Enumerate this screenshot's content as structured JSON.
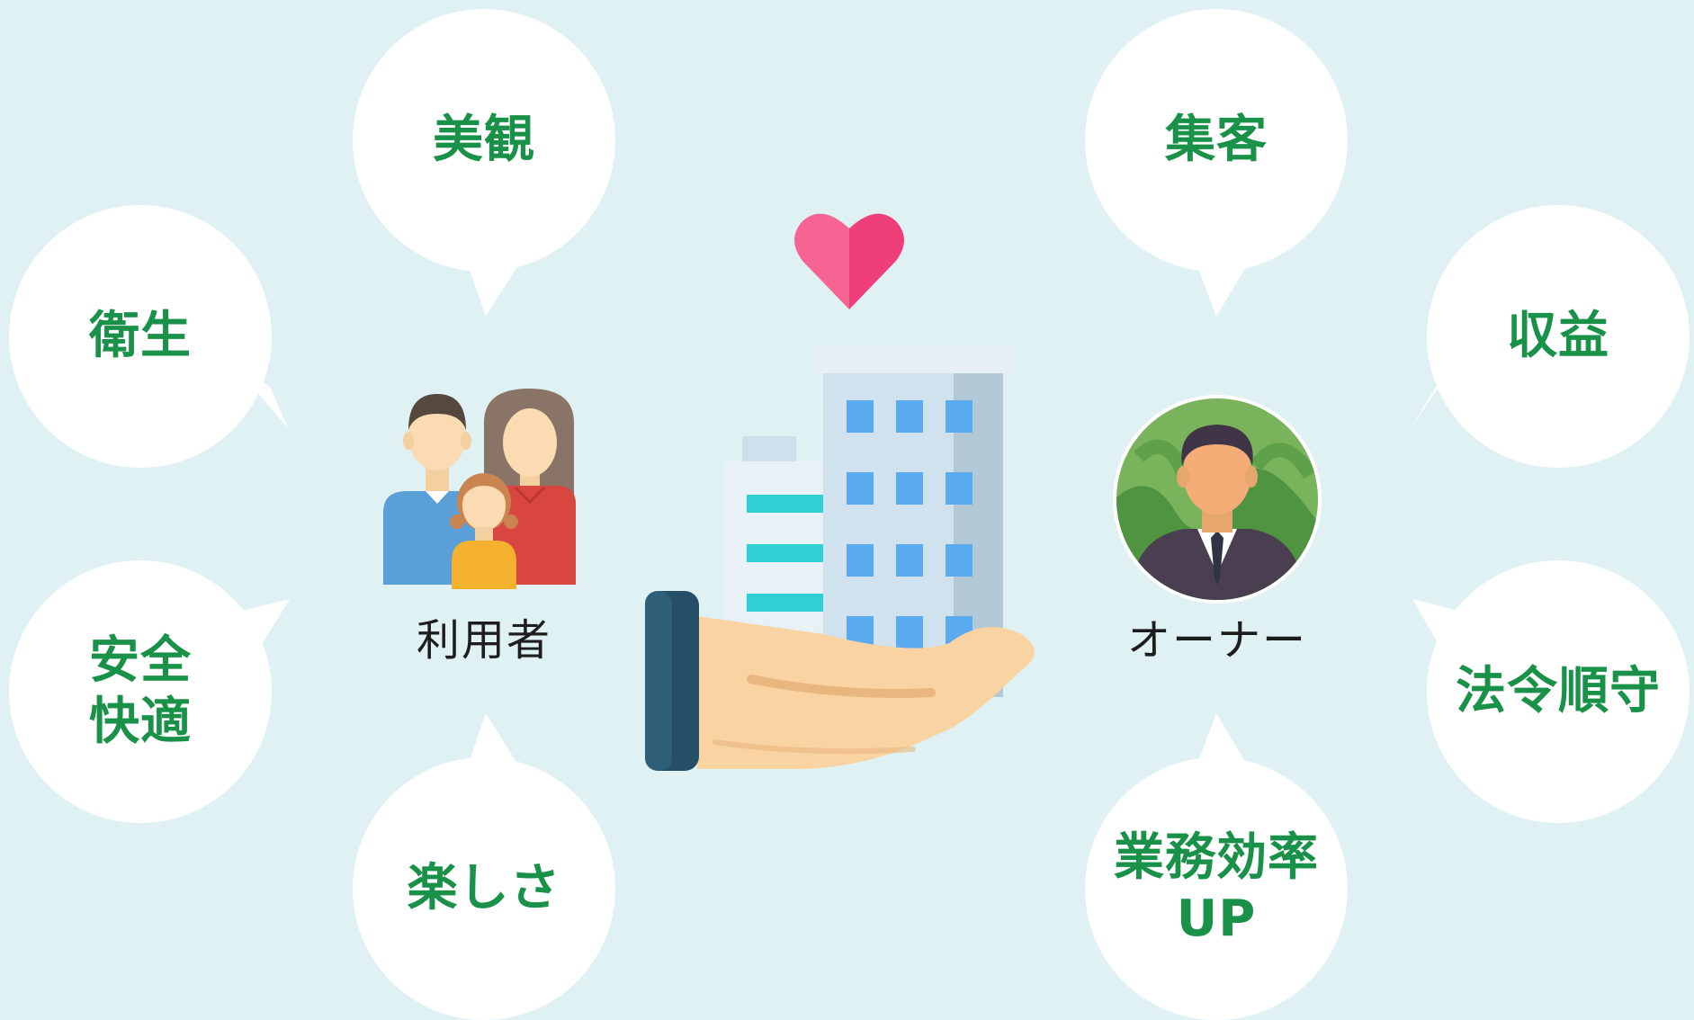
{
  "bubbles": {
    "bikan": "美観",
    "eisei": "衛生",
    "anzen_line1": "安全",
    "anzen_line2": "快適",
    "tanoshisa": "楽しさ",
    "shukyaku": "集客",
    "shueki": "収益",
    "horei": "法令順守",
    "gyomu_line1": "業務効率",
    "gyomu_line2": "UP"
  },
  "labels": {
    "users": "利用者",
    "owner": "オーナー"
  },
  "icons": {
    "users": "family-icon",
    "building": "building-in-hand-icon",
    "heart": "heart-icon",
    "owner": "businessman-avatar-icon"
  },
  "colors": {
    "background": "#dff1f3",
    "bubble_text": "#1a9148",
    "bubble_fill": "#ffffff"
  }
}
